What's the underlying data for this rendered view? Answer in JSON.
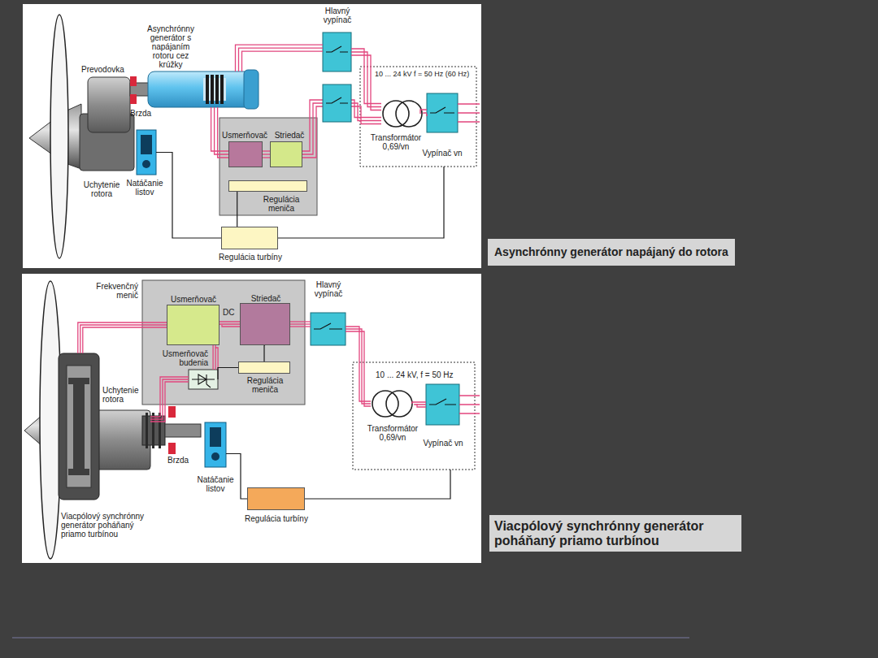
{
  "diagram": {
    "nodes": [
      {
        "text": [
          "Asynchrónny generátor s napájaním rotoru cez krúžky"
        ]
      },
      {
        "text": [
          "Natáčanie listov"
        ]
      },
      {
        "text": [
          "Usmerňovač"
        ]
      },
      {
        "text": [
          "Striedač"
        ]
      },
      {
        "text": [
          "Regulácia meniča"
        ]
      },
      {
        "text": [
          "Hlavný vypínač"
        ]
      },
      {
        "text": [
          "10 ... 24 kV f = 50 Hz (60 Hz)"
        ]
      },
      {
        "text": [
          "Transformátor 0,69/vn"
        ],
        "in": 6
      },
      {
        "text": [
          "Vypínač vn"
        ],
        "in": 6
      },
      {
        "text": [
          "Regulácia turbíny"
        ]
      },
      {
        "text": [
          "Frekvenčný menič"
        ]
      },
      {
        "text": [
          "Usmerňovač"
        ],
        "in": 10
      },
      {
        "text": [
          "Striedač"
        ],
        "in": 10
      },
      {
        "text": [
          "Usmerňovač budenia"
        ],
        "in": 10
      },
      {
        "text": [
          "Regulácia meniča"
        ],
        "in": 10
      },
      {
        "text": [
          "Hlavný vypínač"
        ]
      },
      {
        "text": [
          "10 ... 24 kV, f = 50 Hz"
        ]
      },
      {
        "text": [
          "Transformátor 0,69/vn"
        ],
        "in": 16
      },
      {
        "text": [
          "Vypínač vn"
        ],
        "in": 16
      },
      {
        "text": [
          "Regulácia turbíny"
        ]
      },
      {
        "text": [
          "Natáčanie listov"
        ]
      },
      {
        "text": [
          "Viacpólový synchrónny generátor poháňaný priamo turbínou"
        ]
      }
    ],
    "edges": [
      {
        "from": 0,
        "to": 5,
        "arrow": "none"
      },
      {
        "from": 0,
        "to": 2,
        "arrow": "none"
      },
      {
        "from": 2,
        "to": 3,
        "arrow": "none"
      },
      {
        "from": 3,
        "to": 7,
        "arrow": "none"
      },
      {
        "from": 5,
        "to": 7,
        "arrow": "none"
      },
      {
        "from": 7,
        "to": 8,
        "arrow": "none"
      },
      {
        "from": 1,
        "to": 9,
        "arrow": "none"
      },
      {
        "from": 9,
        "to": 4,
        "arrow": "none"
      },
      {
        "from": 9,
        "to": 6,
        "arrow": "none"
      },
      {
        "from": 21,
        "to": 11,
        "arrow": "none"
      },
      {
        "from": 11,
        "to": 12,
        "arrow": "none"
      },
      {
        "from": 12,
        "to": 15,
        "arrow": "none"
      },
      {
        "from": 15,
        "to": 17,
        "arrow": "none"
      },
      {
        "from": 17,
        "to": 18,
        "arrow": "none"
      },
      {
        "from": 11,
        "to": 13,
        "arrow": "none"
      },
      {
        "from": 13,
        "to": 21,
        "arrow": "none"
      },
      {
        "from": 13,
        "to": 14,
        "arrow": "none"
      },
      {
        "from": 12,
        "to": 14,
        "arrow": "none"
      },
      {
        "from": 20,
        "to": 19,
        "arrow": "none"
      },
      {
        "from": 19,
        "to": 16,
        "arrow": "none"
      }
    ],
    "labels": [
      "Prevodovka",
      "Brzda",
      "Uchytenie rotora",
      "Uchytenie rotora",
      "Brzda",
      "DC",
      "Asynchrónny generátor napájaný do rotora",
      "Viacpólový synchrónny generátor poháňaný priamo turbínou"
    ]
  }
}
